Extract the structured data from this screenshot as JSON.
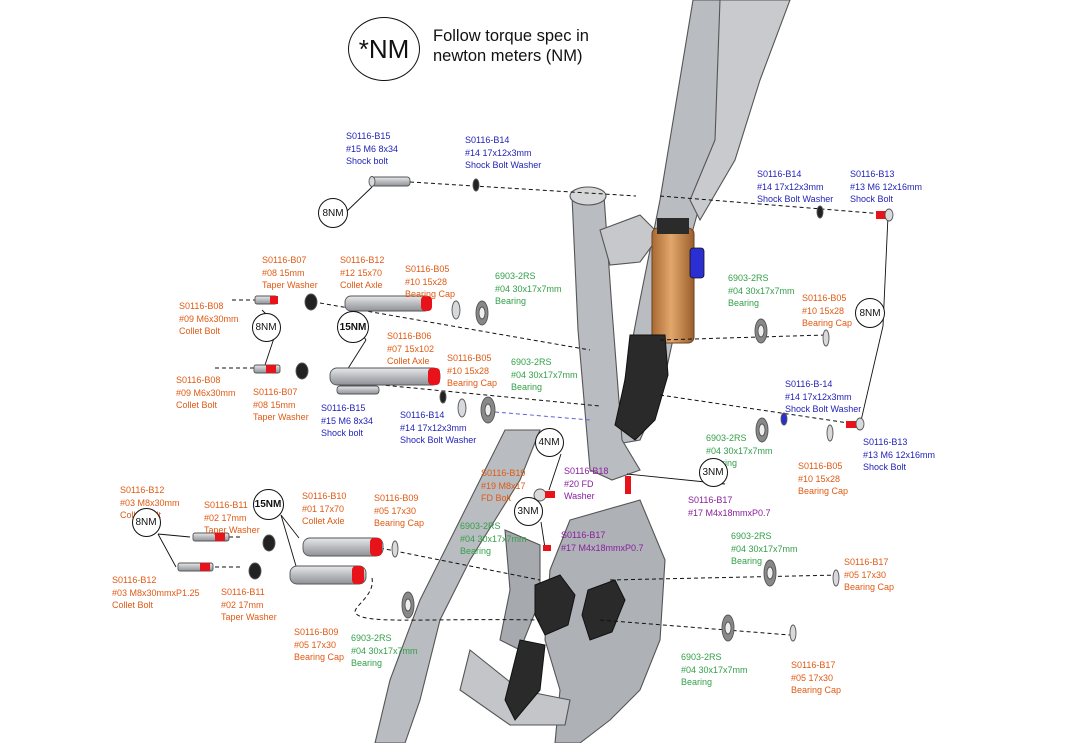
{
  "legend": {
    "symbol": "*NM",
    "line1": "Follow torque spec in",
    "line2": "newton meters (NM)"
  },
  "colors": {
    "part_number": "#1f1fb8",
    "frame": "#b9bcc0",
    "shock_body": "#c9874a",
    "bolt_tip": "#e8121a"
  },
  "labels": [
    {
      "id": "b15-top",
      "color": "blue",
      "lines": [
        "S0116-B15",
        "#15 M6 8x34",
        "Shock bolt"
      ]
    },
    {
      "id": "b14-top",
      "color": "blue",
      "lines": [
        "S0116-B14",
        "#14 17x12x3mm",
        "Shock Bolt Washer"
      ]
    },
    {
      "id": "b14-right",
      "color": "blue",
      "lines": [
        "S0116-B14",
        "#14 17x12x3mm",
        "Shock Bolt Washer"
      ]
    },
    {
      "id": "b13-top",
      "color": "blue",
      "lines": [
        "S0116-B13",
        "#13 M6 12x16mm",
        "Shock Bolt"
      ]
    },
    {
      "id": "b07-top",
      "color": "orange",
      "lines": [
        "S0116-B07",
        "#08 15mm",
        "Taper Washer"
      ]
    },
    {
      "id": "b12-top",
      "color": "orange",
      "lines": [
        "S0116-B12",
        "#12 15x70",
        "Collet Axle"
      ]
    },
    {
      "id": "b05-a",
      "color": "orange",
      "lines": [
        "S0116-B05",
        "#10 15x28",
        "Bearing Cap"
      ]
    },
    {
      "id": "bear-a",
      "color": "green",
      "lines": [
        "6903-2RS",
        "#04 30x17x7mm",
        "Bearing"
      ]
    },
    {
      "id": "bear-b",
      "color": "green",
      "lines": [
        "6903-2RS",
        "#04 30x17x7mm",
        "Bearing"
      ]
    },
    {
      "id": "b05-b",
      "color": "orange",
      "lines": [
        "S0116-B05",
        "#10 15x28",
        "Bearing Cap"
      ]
    },
    {
      "id": "b08-top",
      "color": "orange",
      "lines": [
        "S0116-B08",
        "#09 M6x30mm",
        "Collet Bolt"
      ]
    },
    {
      "id": "b06",
      "color": "orange",
      "lines": [
        "S0116-B06",
        "#07 15x102",
        "Collet Axle"
      ]
    },
    {
      "id": "b05-c",
      "color": "orange",
      "lines": [
        "S0116-B05",
        "#10 15x28",
        "Bearing Cap"
      ]
    },
    {
      "id": "bear-c",
      "color": "green",
      "lines": [
        "6903-2RS",
        "#04 30x17x7mm",
        "Bearing"
      ]
    },
    {
      "id": "b08-low",
      "color": "orange",
      "lines": [
        "S0116-B08",
        "#09 M6x30mm",
        "Collet Bolt"
      ]
    },
    {
      "id": "b07-low",
      "color": "orange",
      "lines": [
        "S0116-B07",
        "#08 15mm",
        "Taper Washer"
      ]
    },
    {
      "id": "b15-low",
      "color": "blue",
      "lines": [
        "S0116-B15",
        "#15 M6 8x34",
        "Shock bolt"
      ]
    },
    {
      "id": "b14-low",
      "color": "blue",
      "lines": [
        "S0116-B14",
        "#14 17x12x3mm",
        "Shock Bolt Washer"
      ]
    },
    {
      "id": "b14-mid-right",
      "color": "blue",
      "lines": [
        "S0116-B-14",
        "#14 17x12x3mm",
        "Shock Bolt Washer"
      ]
    },
    {
      "id": "b13-low",
      "color": "blue",
      "lines": [
        "S0116-B13",
        "#13 M6 12x16mm",
        "Shock Bolt"
      ]
    },
    {
      "id": "bear-d",
      "color": "green",
      "lines": [
        "6903-2RS",
        "#04 30x17x7mm",
        "Bearing"
      ]
    },
    {
      "id": "b05-d",
      "color": "orange",
      "lines": [
        "S0116-B05",
        "#10 15x28",
        "Bearing Cap"
      ]
    },
    {
      "id": "b19",
      "color": "orange",
      "lines": [
        "S0116-B19",
        "#19 M8x17",
        "FD Bolt"
      ]
    },
    {
      "id": "b18",
      "color": "purple",
      "lines": [
        "S0116-B18",
        "#20 FD",
        "Washer"
      ]
    },
    {
      "id": "b17-a",
      "color": "purple",
      "lines": [
        "S0116-B17",
        "#17 M4x18mmxP0.7"
      ]
    },
    {
      "id": "b17-b",
      "color": "purple",
      "lines": [
        "S0116-B17",
        "#17 M4x18mmxP0.7"
      ]
    },
    {
      "id": "b12-low-a",
      "color": "orange",
      "lines": [
        "S0116-B12",
        "#03 M8x30mm",
        "Collet Bolt"
      ]
    },
    {
      "id": "b11-a",
      "color": "orange",
      "lines": [
        "S0116-B11",
        "#02 17mm",
        "Taper Washer"
      ]
    },
    {
      "id": "b10",
      "color": "orange",
      "lines": [
        "S0116-B10",
        "#01 17x70",
        "Collet Axle"
      ]
    },
    {
      "id": "b09-a",
      "color": "orange",
      "lines": [
        "S0116-B09",
        "#05 17x30",
        "Bearing Cap"
      ]
    },
    {
      "id": "bear-e",
      "color": "green",
      "lines": [
        "6903-2RS",
        "#04 30x17x7mm",
        "Bearing"
      ]
    },
    {
      "id": "bear-f",
      "color": "green",
      "lines": [
        "6903-2RS",
        "#04 30x17x7mm",
        "Bearing"
      ]
    },
    {
      "id": "b17-right",
      "color": "orange",
      "lines": [
        "S0116-B17",
        "#05 17x30",
        "Bearing Cap"
      ]
    },
    {
      "id": "b12-low-b",
      "color": "orange",
      "lines": [
        "S0116-B12",
        "#03 M8x30mmxP1.25",
        "Collet Bolt"
      ]
    },
    {
      "id": "b11-b",
      "color": "orange",
      "lines": [
        "S0116-B11",
        "#02 17mm",
        "Taper Washer"
      ]
    },
    {
      "id": "b09-b",
      "color": "orange",
      "lines": [
        "S0116-B09",
        "#05 17x30",
        "Bearing Cap"
      ]
    },
    {
      "id": "bear-g",
      "color": "green",
      "lines": [
        "6903-2RS",
        "#04 30x17x7mm",
        "Bearing"
      ]
    },
    {
      "id": "bear-h",
      "color": "green",
      "lines": [
        "6903-2RS",
        "#04 30x17x7mm",
        "Bearing"
      ]
    },
    {
      "id": "b17-bottom",
      "color": "orange",
      "lines": [
        "S0116-B17",
        "#05 17x30",
        "Bearing Cap"
      ]
    }
  ],
  "torque_marks": [
    {
      "id": "t-8nm-a",
      "value": "8NM"
    },
    {
      "id": "t-8nm-b",
      "value": "8NM"
    },
    {
      "id": "t-15nm-a",
      "value": "15NM"
    },
    {
      "id": "t-8nm-right",
      "value": "8NM"
    },
    {
      "id": "t-4nm",
      "value": "4NM"
    },
    {
      "id": "t-3nm-a",
      "value": "3NM"
    },
    {
      "id": "t-3nm-b",
      "value": "3NM"
    },
    {
      "id": "t-15nm-b",
      "value": "15NM"
    },
    {
      "id": "t-8nm-c",
      "value": "8NM"
    }
  ]
}
